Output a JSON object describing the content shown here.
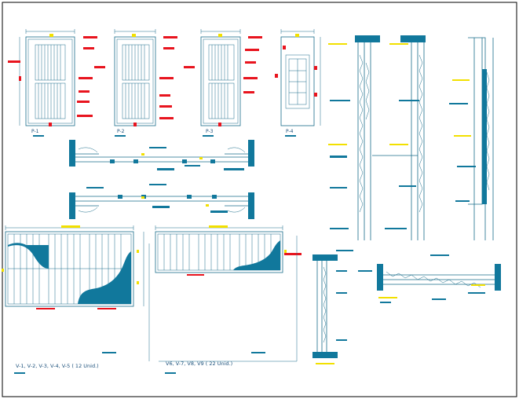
{
  "doors": [
    {
      "label": "P-1"
    },
    {
      "label": "P-2"
    },
    {
      "label": "P-3"
    },
    {
      "label": "P-4"
    }
  ],
  "windows": [
    {
      "label": "V-1, V-2, V-3, V-4, V-5 ( 12 Unid.)"
    },
    {
      "label": "V6, V-7, V8, V9 ( 22 Unid.)"
    }
  ],
  "colors": {
    "line": "#1a6d8a",
    "fill": "#11789c",
    "tag_red": "#e8141e",
    "tag_yellow": "#f2e000",
    "frame": "#000000"
  }
}
